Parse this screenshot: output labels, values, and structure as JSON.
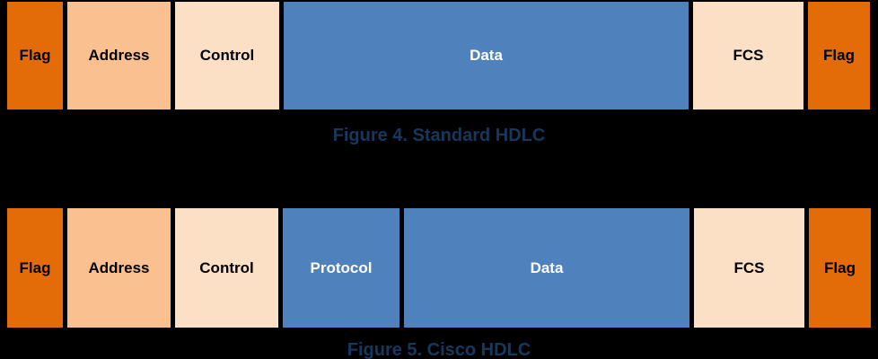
{
  "colors": {
    "background": "#000000",
    "flag_orange": "#E36C09",
    "address_peach": "#FAC08F",
    "control_fcs_light_peach": "#FBE0C6",
    "data_blue": "#4F81BD",
    "caption_text": "#17375D"
  },
  "figures": [
    {
      "caption": "Figure 4. Standard HDLC",
      "fields": [
        {
          "label": "Flag"
        },
        {
          "label": "Address"
        },
        {
          "label": "Control"
        },
        {
          "label": "Data"
        },
        {
          "label": "FCS"
        },
        {
          "label": "Flag"
        }
      ]
    },
    {
      "caption": "Figure 5. Cisco HDLC",
      "fields": [
        {
          "label": "Flag"
        },
        {
          "label": "Address"
        },
        {
          "label": "Control"
        },
        {
          "label": "Protocol"
        },
        {
          "label": "Data"
        },
        {
          "label": "FCS"
        },
        {
          "label": "Flag"
        }
      ]
    }
  ]
}
